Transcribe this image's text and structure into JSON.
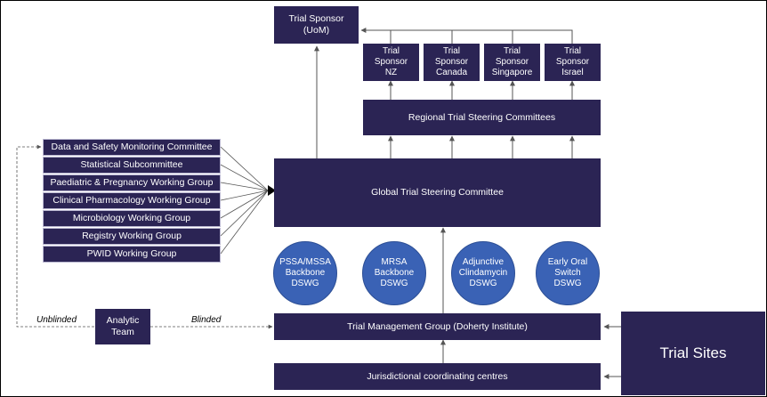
{
  "sponsor_main": "Trial Sponsor\n(UoM)",
  "regional_sponsors": [
    "Trial\nSponsor\nNZ",
    "Trial\nSponsor\nCanada",
    "Trial\nSponsor\nSingapore",
    "Trial\nSponsor\nIsrael"
  ],
  "regional_committees": "Regional Trial Steering Committees",
  "global_committee": "Global Trial Steering Committee",
  "working_groups": [
    "Data and Safety Monitoring Committee",
    "Statistical Subcommittee",
    "Paediatric & Pregnancy Working Group",
    "Clinical Pharmacology Working Group",
    "Microbiology Working Group",
    "Registry Working Group",
    "PWID Working Group"
  ],
  "dswg": [
    "PSSA/MSSA\nBackbone\nDSWG",
    "MRSA\nBackbone\nDSWG",
    "Adjunctive\nClindamycin\nDSWG",
    "Early Oral\nSwitch\nDSWG"
  ],
  "analytic_team": "Analytic\nTeam",
  "unblinded_label": "Unblinded",
  "blinded_label": "Blinded",
  "trial_management": "Trial Management Group (Doherty Institute)",
  "jurisdictional": "Jurisdictional coordinating centres",
  "trial_sites": "Trial Sites",
  "colors": {
    "box": "#2b2454",
    "circle": "#3a62b5",
    "line": "#555555"
  }
}
